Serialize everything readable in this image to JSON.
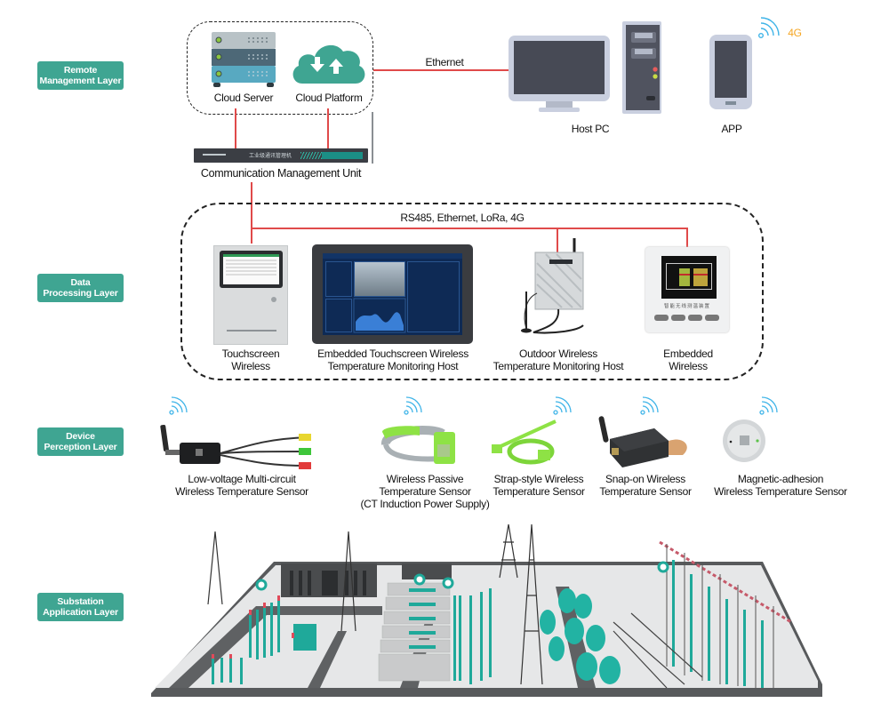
{
  "layers": [
    {
      "id": "remote",
      "label_line1": "Remote",
      "label_line2": "Management Layer"
    },
    {
      "id": "data",
      "label_line1": "Data",
      "label_line2": "Processing Layer"
    },
    {
      "id": "device",
      "label_line1": "Device",
      "label_line2": "Perception Layer"
    },
    {
      "id": "substation",
      "label_line1": "Substation",
      "label_line2": "Application Layer"
    }
  ],
  "remote": {
    "cloud_server": "Cloud Server",
    "cloud_platform": "Cloud Platform",
    "ethernet": "Ethernet",
    "host_pc": "Host PC",
    "app": "APP",
    "signal_4g": "4G",
    "cmu": "Communication Management Unit",
    "cmu_panel_text": "工业级通讯管理机"
  },
  "processing": {
    "bus_label": "RS485, Ethernet, LoRa, 4G",
    "devices": [
      {
        "line1": "Touchscreen",
        "line2": "Wireless"
      },
      {
        "line1": "Embedded Touchscreen Wireless",
        "line2": "Temperature Monitoring Host"
      },
      {
        "line1": "Outdoor Wireless",
        "line2": "Temperature Monitoring Host"
      },
      {
        "line1": "Embedded",
        "line2": "Wireless"
      }
    ],
    "embedded_panel_text": "智能无线测温装置"
  },
  "sensors": [
    {
      "line1": "Low-voltage Multi-circuit",
      "line2": "Wireless Temperature Sensor",
      "line3": ""
    },
    {
      "line1": "Wireless Passive",
      "line2": "Temperature Sensor",
      "line3": "(CT Induction Power Supply)"
    },
    {
      "line1": "Strap-style Wireless",
      "line2": "Temperature Sensor",
      "line3": ""
    },
    {
      "line1": "Snap-on Wireless",
      "line2": "Temperature Sensor",
      "line3": ""
    },
    {
      "line1": "Magnetic-adhesion",
      "line2": "Wireless Temperature Sensor",
      "line3": ""
    }
  ],
  "colors": {
    "accent": "#3fa592",
    "link_line": "#e04a4a",
    "wifi": "#3fb4e8",
    "signal_4g": "#f5a623",
    "equipment_teal": "#1fa99a"
  }
}
